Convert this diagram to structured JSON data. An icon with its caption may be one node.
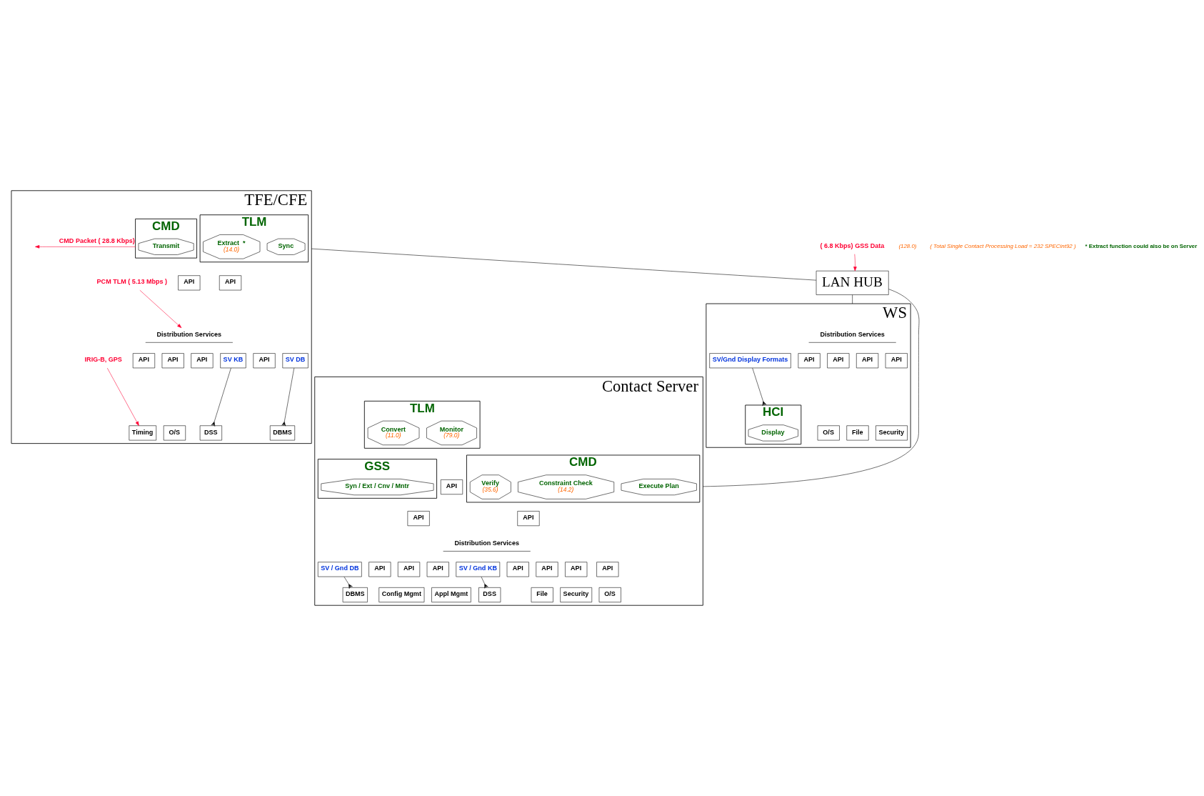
{
  "diagram": {
    "nodes": [
      {
        "text": [
          "TFE/CFE"
        ]
      },
      {
        "text": [
          "TLM"
        ],
        "in": 0
      },
      {
        "text": [
          "Sync"
        ],
        "in": 1
      },
      {
        "text": [
          "Extract  *",
          "(14.0)"
        ],
        "in": 1
      },
      {
        "text": [
          "CMD"
        ],
        "in": 0
      },
      {
        "text": [
          "Transmit"
        ],
        "in": 4
      },
      {
        "text": [
          "API"
        ],
        "in": 0
      },
      {
        "text": [
          "API"
        ],
        "in": 0
      },
      {
        "text": [
          "Distribution Services"
        ],
        "in": 0
      },
      {
        "text": [
          "API"
        ],
        "in": 0
      },
      {
        "text": [
          "DBMS"
        ],
        "in": 0
      },
      {
        "text": [
          "API"
        ],
        "in": 0
      },
      {
        "text": [
          "O/S"
        ],
        "in": 0
      },
      {
        "text": [
          "API"
        ],
        "in": 0
      },
      {
        "text": [
          "Timing"
        ],
        "in": 0
      },
      {
        "text": [
          "API"
        ],
        "in": 0
      },
      {
        "text": [
          "DSS"
        ],
        "in": 0
      },
      {
        "text": [
          "SV KB"
        ],
        "in": 0
      },
      {
        "text": [
          "SV DB"
        ],
        "in": 0
      },
      {
        "text": [
          "PCM TLM ( 5.13 Mbps )"
        ],
        "in": 0
      },
      {
        "text": [
          "IRIG-B, GPS"
        ],
        "in": 0
      },
      {
        "text": [
          "LAN HUB"
        ]
      },
      {
        "text": [
          "( 6.8 Kbps) GSS Data"
        ]
      },
      {
        "text": [
          "WS"
        ]
      },
      {
        "text": [
          "Distribution Services"
        ],
        "in": 23
      },
      {
        "text": [
          "API"
        ],
        "in": 23
      },
      {
        "text": [
          "HCI"
        ],
        "in": 23
      },
      {
        "text": [
          "Display"
        ],
        "in": 26
      },
      {
        "text": [
          "API"
        ],
        "in": 23
      },
      {
        "text": [
          "O/S"
        ],
        "in": 23
      },
      {
        "text": [
          "API"
        ],
        "in": 23
      },
      {
        "text": [
          "File"
        ],
        "in": 23
      },
      {
        "text": [
          "API"
        ],
        "in": 23
      },
      {
        "text": [
          "Security"
        ],
        "in": 23
      },
      {
        "text": [
          "SV/Gnd Display Formats"
        ],
        "in": 23
      },
      {
        "text": [
          "Contact Server"
        ]
      },
      {
        "text": [
          "CMD"
        ],
        "in": 35
      },
      {
        "text": [
          "Execute Plan"
        ],
        "in": 36
      },
      {
        "text": [
          "Verify",
          "(35.6)"
        ],
        "in": 36
      },
      {
        "text": [
          "Constraint Check",
          "(14.2)"
        ],
        "in": 36
      },
      {
        "text": [
          "API"
        ],
        "in": 35
      },
      {
        "text": [
          "TLM"
        ],
        "in": 35
      },
      {
        "text": [
          "Convert",
          "(11.0)"
        ],
        "in": 41
      },
      {
        "text": [
          "Monitor",
          "(79.0)"
        ],
        "in": 41
      },
      {
        "text": [
          "API"
        ],
        "in": 35
      },
      {
        "text": [
          "GSS"
        ],
        "in": 35
      },
      {
        "text": [
          "Syn / Ext / Cnv / Mntr"
        ],
        "in": 45
      },
      {
        "text": [
          "API"
        ],
        "in": 35
      },
      {
        "text": [
          "Distribution Services"
        ],
        "in": 35
      },
      {
        "text": [
          "API"
        ],
        "in": 35
      },
      {
        "text": [
          "DBMS"
        ],
        "in": 35
      },
      {
        "text": [
          "API"
        ],
        "in": 35
      },
      {
        "text": [
          "Config Mgmt"
        ],
        "in": 35
      },
      {
        "text": [
          "API"
        ],
        "in": 35
      },
      {
        "text": [
          "Appl Mgmt"
        ],
        "in": 35
      },
      {
        "text": [
          "API"
        ],
        "in": 35
      },
      {
        "text": [
          "File"
        ],
        "in": 35
      },
      {
        "text": [
          "API"
        ],
        "in": 35
      },
      {
        "text": [
          "Security"
        ],
        "in": 35
      },
      {
        "text": [
          "API"
        ],
        "in": 35
      },
      {
        "text": [
          "O/S"
        ],
        "in": 35
      },
      {
        "text": [
          "API"
        ],
        "in": 35
      },
      {
        "text": [
          "DSS"
        ],
        "in": 35
      },
      {
        "text": [
          "SV / Gnd DB"
        ],
        "in": 35
      },
      {
        "text": [
          "SV / Gnd KB"
        ],
        "in": 35
      }
    ],
    "edges": [
      {
        "from": 4,
        "to": null,
        "arrow": "to",
        "label": "CMD Packet ( 28.8 Kbps)",
        "color": "#ff0033"
      },
      {
        "from": 19,
        "to": 8,
        "arrow": "to",
        "color": "#ff0033"
      },
      {
        "from": 20,
        "to": 14,
        "arrow": "to",
        "color": "#ff0033"
      },
      {
        "from": 17,
        "to": 16,
        "arrow": "other"
      },
      {
        "from": 18,
        "to": 10,
        "arrow": "other"
      },
      {
        "from": 22,
        "to": 21,
        "arrow": "to",
        "color": "#ff0033"
      },
      {
        "from": 0,
        "to": 21,
        "arrow": "none"
      },
      {
        "from": 21,
        "to": 23,
        "arrow": "none"
      },
      {
        "from": 21,
        "to": 35,
        "arrow": "none"
      },
      {
        "from": 34,
        "to": 26,
        "arrow": "other"
      },
      {
        "from": 63,
        "to": 50,
        "arrow": "other"
      },
      {
        "from": 64,
        "to": 62,
        "arrow": "other"
      }
    ],
    "labels": [
      "(128.0)",
      "( Total Single Contact Processing Load = 232 SPECint92 )",
      "* Extract function could also be on Server"
    ]
  }
}
